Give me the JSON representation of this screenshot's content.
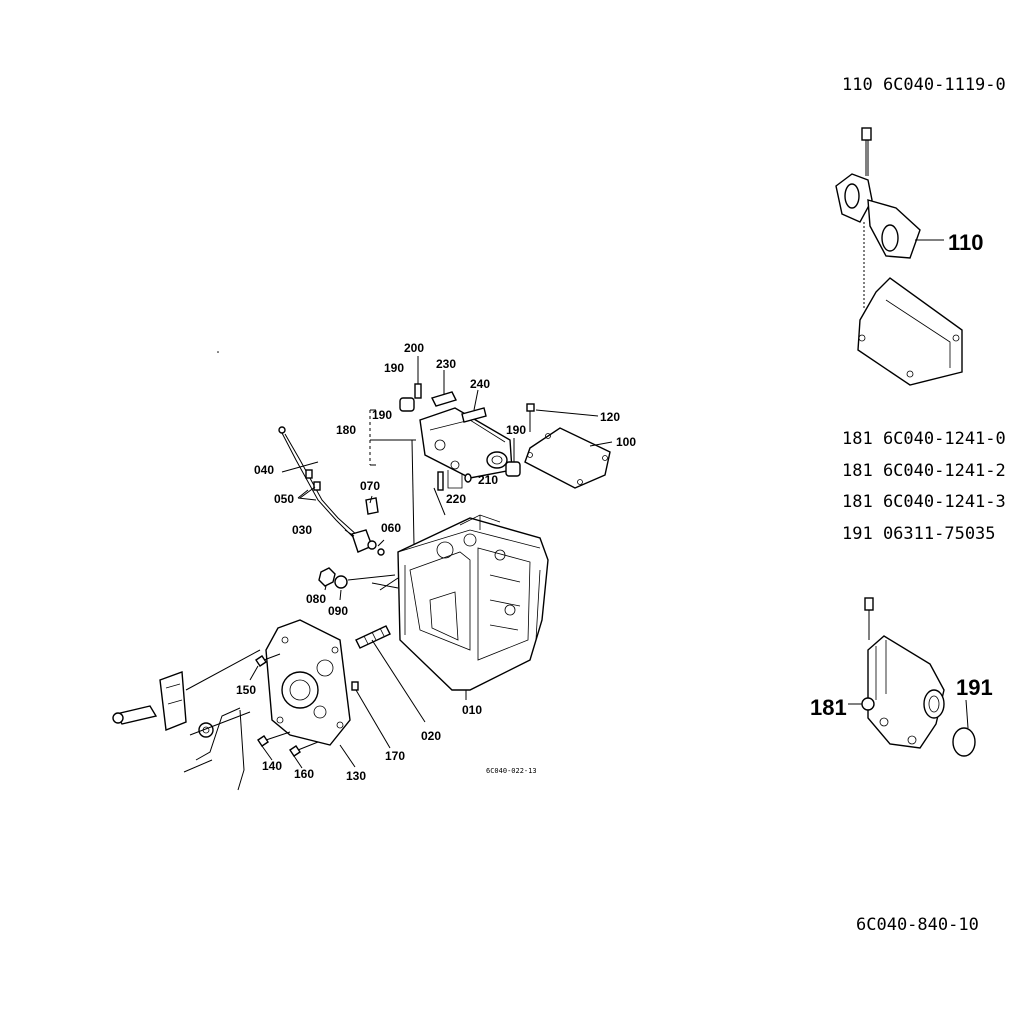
{
  "callouts": {
    "c200": "200",
    "c230": "230",
    "c190a": "190",
    "c240": "240",
    "c190b": "190",
    "c180": "180",
    "c120": "120",
    "c190c": "190",
    "c100": "100",
    "c040": "040",
    "c210": "210",
    "c070": "070",
    "c050": "050",
    "c220": "220",
    "c060": "060",
    "c030": "030",
    "c080": "080",
    "c090": "090",
    "c150": "150",
    "c010": "010",
    "c020": "020",
    "c170": "170",
    "c140": "140",
    "c160": "160",
    "c130": "130"
  },
  "drawing_code": "6C040-022-13",
  "right_panel": {
    "header": "110 6C040-1119-0",
    "label_110": "110",
    "parts_list": [
      "181 6C040-1241-0",
      "181 6C040-1241-2",
      "181 6C040-1241-3",
      "191 06311-75035"
    ],
    "label_181": "181",
    "label_191": "191"
  },
  "footer_code": "6C040-840-10"
}
